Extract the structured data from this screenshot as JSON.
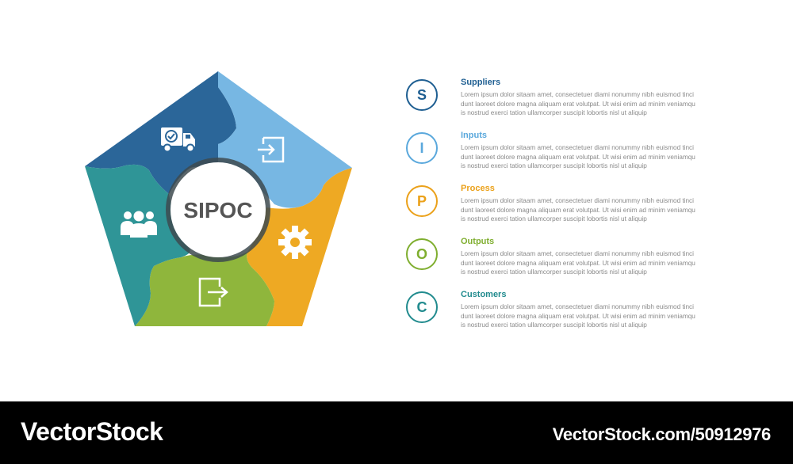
{
  "center_label": "SIPOC",
  "colors": {
    "suppliers": "#2b6699",
    "inputs": "#77b7e3",
    "process": "#eea923",
    "outputs": "#8fb63c",
    "customers": "#2f9597",
    "ring": "#4a4a4a",
    "center_text": "#555555"
  },
  "segments": [
    {
      "key": "suppliers",
      "icon": "truck-icon"
    },
    {
      "key": "inputs",
      "icon": "login-icon"
    },
    {
      "key": "process",
      "icon": "gear-icon"
    },
    {
      "key": "outputs",
      "icon": "logout-icon"
    },
    {
      "key": "customers",
      "icon": "people-icon"
    }
  ],
  "items": [
    {
      "letter": "S",
      "title": "Suppliers",
      "color": "#1f5f92",
      "lines": [
        "Lorem ipsum dolor sitaam amet, consectetuer diami nonummy  nibh euismod tinci",
        "dunt laoreet dolore magna aliquam erat volutpat. Ut wisi enim ad minim veniamqu",
        "is nostrud exerci tation ullamcorper suscipit lobortis nisl ut aliquip"
      ]
    },
    {
      "letter": "I",
      "title": "Inputs",
      "color": "#5aa8dc",
      "lines": [
        "Lorem ipsum dolor sitaam amet, consectetuer diami nonummy  nibh euismod tinci",
        "dunt laoreet dolore magna aliquam erat volutpat. Ut wisi enim ad minim veniamqu",
        "is nostrud exerci tation ullamcorper suscipit lobortis nisl ut aliquip"
      ]
    },
    {
      "letter": "P",
      "title": "Process",
      "color": "#eba11a",
      "lines": [
        "Lorem ipsum dolor sitaam amet, consectetuer diami nonummy  nibh euismod tinci",
        "dunt laoreet dolore magna aliquam erat volutpat. Ut wisi enim ad minim veniamqu",
        "is nostrud exerci tation ullamcorper suscipit lobortis nisl ut aliquip"
      ]
    },
    {
      "letter": "O",
      "title": "Outputs",
      "color": "#7fae2f",
      "lines": [
        "Lorem ipsum dolor sitaam amet, consectetuer diami nonummy  nibh euismod tinci",
        "dunt laoreet dolore magna aliquam erat volutpat. Ut wisi enim ad minim veniamqu",
        "is nostrud exerci tation ullamcorper suscipit lobortis nisl ut aliquip"
      ]
    },
    {
      "letter": "C",
      "title": "Customers",
      "color": "#218b8e",
      "lines": [
        "Lorem ipsum dolor sitaam amet, consectetuer diami nonummy  nibh euismod tinci",
        "dunt laoreet dolore magna aliquam erat volutpat. Ut wisi enim ad minim veniamqu",
        "is nostrud exerci tation ullamcorper suscipit lobortis nisl ut aliquip"
      ]
    }
  ],
  "footer": {
    "brand": "VectorStock",
    "ref": "VectorStock.com/50912976"
  }
}
